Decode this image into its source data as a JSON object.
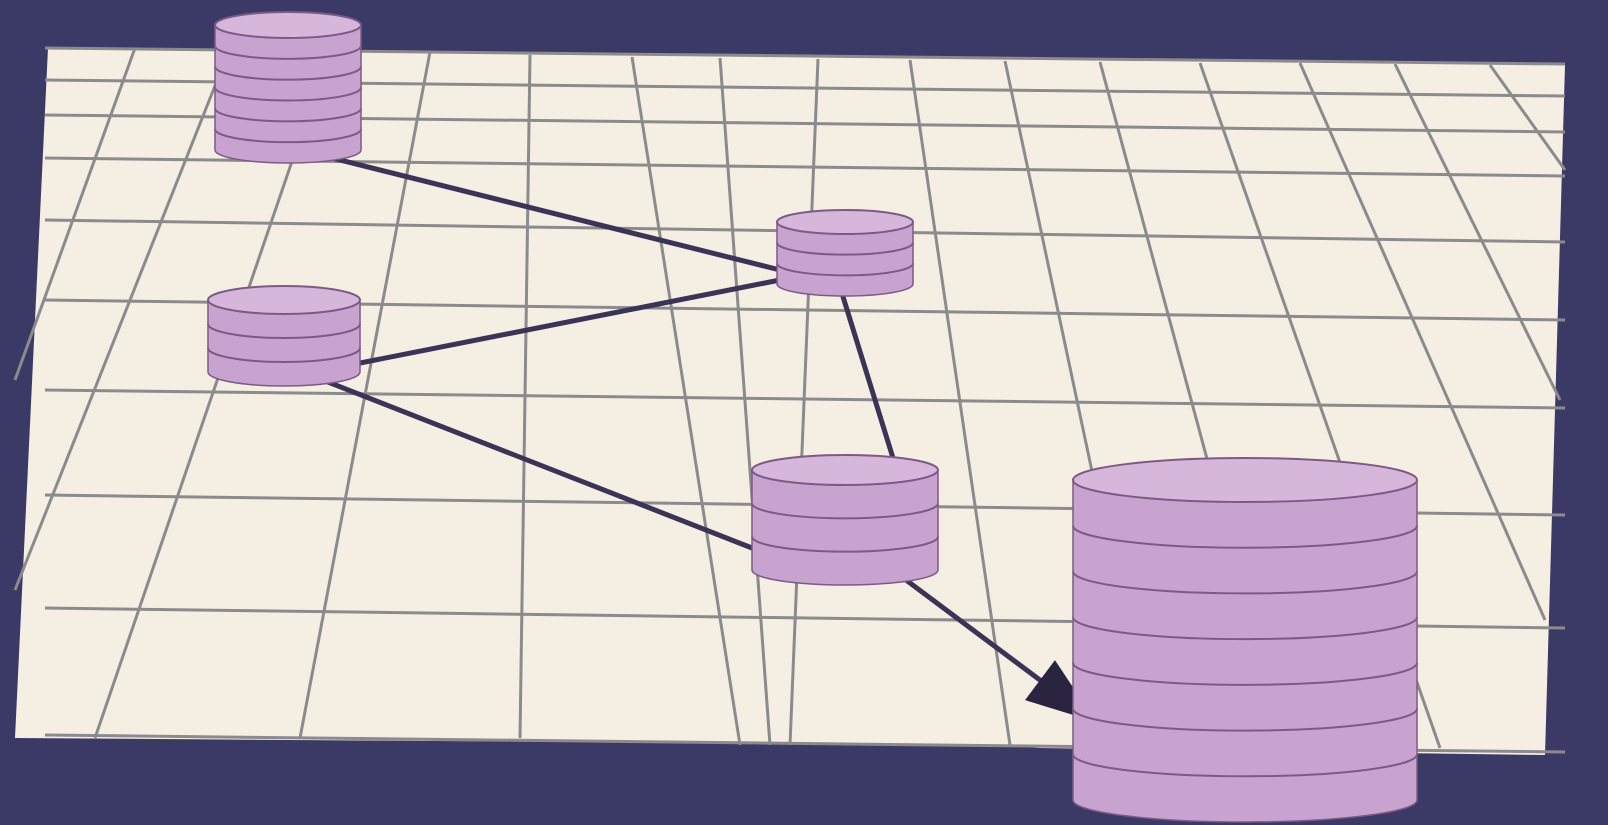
{
  "colors": {
    "background": "#3b3a66",
    "grid_plane": "#f5efe3",
    "grid_line": "#8b8a8c",
    "cylinder_fill": "#c9a3cf",
    "cylinder_top": "#d6b6da",
    "cylinder_band": "#7d5a86",
    "connector": "#3b3456"
  },
  "diagram": {
    "nodes": [
      {
        "id": "db-top-left",
        "bands": 6
      },
      {
        "id": "db-center",
        "bands": 3
      },
      {
        "id": "db-mid-left",
        "bands": 3
      },
      {
        "id": "db-lower-center",
        "bands": 3
      },
      {
        "id": "db-large-right",
        "bands": 7
      }
    ],
    "edges": [
      {
        "from": "db-top-left",
        "to": "db-center"
      },
      {
        "from": "db-mid-left",
        "to": "db-center"
      },
      {
        "from": "db-center",
        "to": "db-lower-center"
      },
      {
        "from": "db-mid-left",
        "to": "db-lower-center"
      },
      {
        "from": "db-lower-center",
        "to": "db-large-right",
        "arrow": true
      }
    ]
  }
}
